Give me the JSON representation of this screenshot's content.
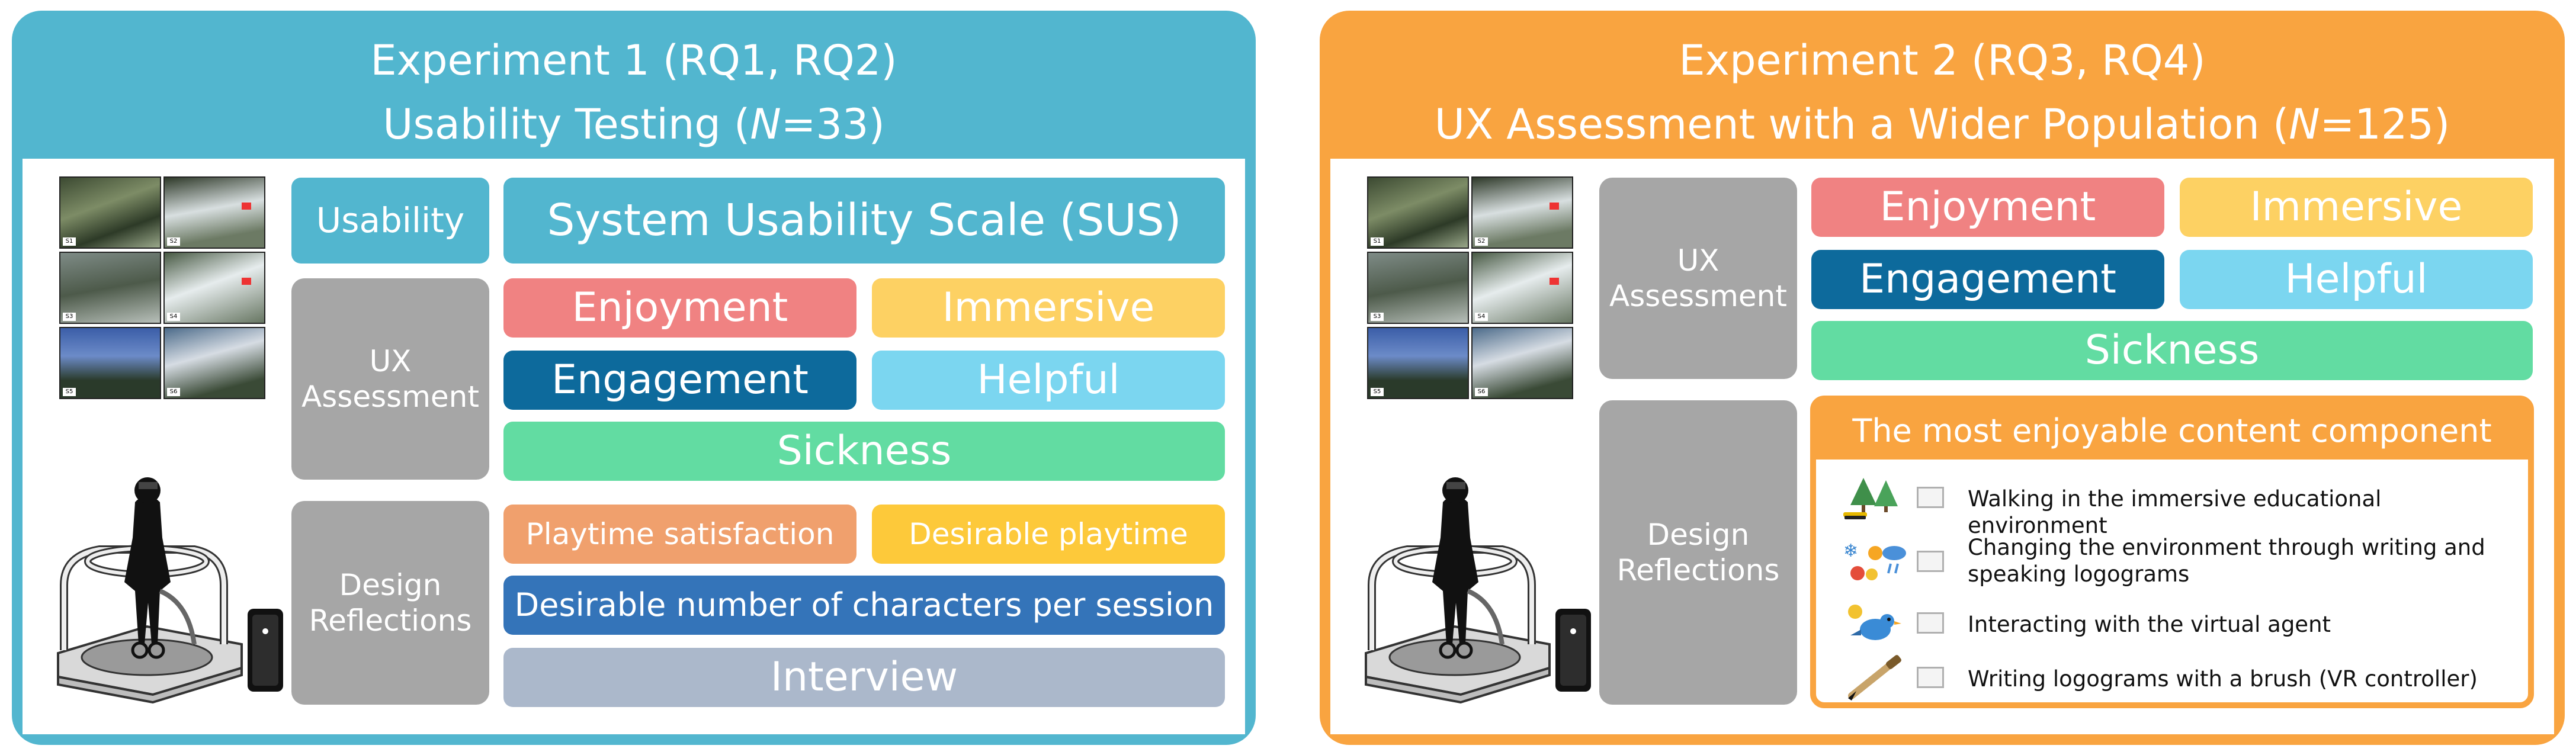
{
  "experiment1": {
    "title_line1": "Experiment 1 (RQ1, RQ2)",
    "title_line2_prefix": "Usability Testing (",
    "title_line2_n": "N",
    "title_line2_suffix": "=33)",
    "usability_label": "Usability",
    "sus_label": "System Usability Scale (SUS)",
    "ux_label_line1": "UX",
    "ux_label_line2": "Assessment",
    "design_label_line1": "Design",
    "design_label_line2": "Reflections",
    "metrics": {
      "enjoyment": "Enjoyment",
      "immersive": "Immersive",
      "engagement": "Engagement",
      "helpful": "Helpful",
      "sickness": "Sickness"
    },
    "design": {
      "playtime_satisfaction": "Playtime satisfaction",
      "desirable_playtime": "Desirable playtime",
      "desirable_characters": "Desirable number of characters per session",
      "interview": "Interview"
    },
    "photo_labels": [
      "S1",
      "S2",
      "S3",
      "S4",
      "S5",
      "S6"
    ]
  },
  "experiment2": {
    "title_line1": "Experiment 2 (RQ3, RQ4)",
    "title_line2_prefix": "UX Assessment with a Wider Population (",
    "title_line2_n": "N",
    "title_line2_suffix": "=125)",
    "ux_label_line1": "UX",
    "ux_label_line2": "Assessment",
    "design_label_line1": "Design",
    "design_label_line2": "Reflections",
    "metrics": {
      "enjoyment": "Enjoyment",
      "immersive": "Immersive",
      "engagement": "Engagement",
      "helpful": "Helpful",
      "sickness": "Sickness"
    },
    "component_title": "The most enjoyable content component",
    "components": [
      {
        "icon": "trees-icon",
        "line1": "Walking in the immersive educational environment",
        "line2": ""
      },
      {
        "icon": "weather-icon",
        "line1": "Changing the environment through writing and",
        "line2": "speaking logograms"
      },
      {
        "icon": "bird-agent-icon",
        "line1": "Interacting with the virtual agent",
        "line2": ""
      },
      {
        "icon": "brush-icon",
        "line1": "Writing logograms with a brush (VR controller)",
        "line2": ""
      }
    ],
    "photo_labels": [
      "S1",
      "S2",
      "S3",
      "S4",
      "S5",
      "S6"
    ]
  },
  "colors": {
    "exp1": "#52b6cf",
    "exp2": "#f9a440",
    "enjoyment": "#f08282",
    "immersive": "#fdd163",
    "engagement": "#0d6a9c",
    "helpful": "#7bd6f0",
    "sickness": "#62dca2",
    "playtime_satisfaction": "#f0a06d",
    "desirable_playtime": "#fdc93a",
    "desirable_characters": "#3474b9",
    "interview": "#abb8cb",
    "category": "#a6a6a6"
  }
}
